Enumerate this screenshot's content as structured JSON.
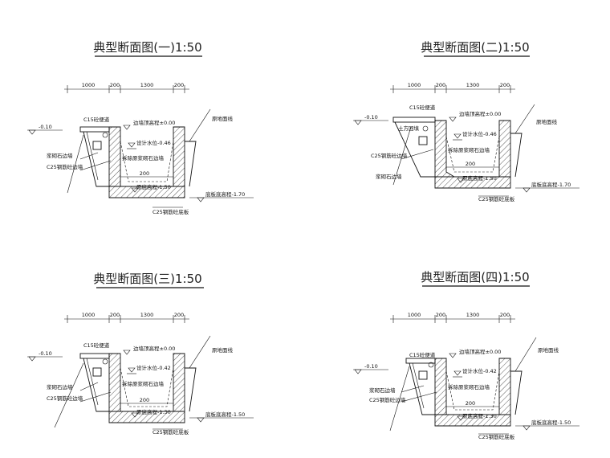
{
  "sections": [
    {
      "title": "典型断面图(一)1:50",
      "dims": [
        "1000",
        "200",
        "1300",
        "200"
      ],
      "labels": {
        "walkway": "C15砼便道",
        "ground_left": "-0.10",
        "wall_top": "边墙顶高程±0.00",
        "design_water": "设计水位-0.46",
        "original_ground": "原地面线",
        "rubble_wall": "浆砌石边墙",
        "concrete_wall": "C25钢筋砼边墙",
        "demolish": "拆除原浆砌石边墙",
        "inner_dim": "200",
        "bottom_level": "原底高程-1.50",
        "slab_bottom": "底板底高程-1.70",
        "slab": "C25钢筋砼底板"
      }
    },
    {
      "title": "典型断面图(二)1:50",
      "dims": [
        "1000",
        "200",
        "1300",
        "200"
      ],
      "labels": {
        "walkway": "C15砼便道",
        "ground_left": "-0.10",
        "backfill": "土方回填",
        "wall_top": "边墙顶高程±0.00",
        "design_water": "设计水位-0.46",
        "original_ground": "原地面线",
        "concrete_wall": "C25钢筋砼边墙",
        "demolish": "拆除原浆砌石边墙",
        "rubble_wall": "浆砌石边墙",
        "inner_dim": "200",
        "bottom_level": "原底高程-1.50",
        "slab_bottom": "底板底高程-1.70",
        "slab": "C25钢筋砼底板"
      }
    },
    {
      "title": "典型断面图(三)1:50",
      "dims": [
        "1000",
        "200",
        "1300",
        "200"
      ],
      "labels": {
        "walkway": "C15砼便道",
        "ground_left": "-0.10",
        "wall_top": "边墙顶高程±0.00",
        "design_water": "设计水位-0.42",
        "original_ground": "原地面线",
        "rubble_wall": "浆砌石边墙",
        "concrete_wall": "C25钢筋砼边墙",
        "demolish": "拆除原浆砌石边墙",
        "inner_dim": "200",
        "bottom_level": "原底高程-1.30",
        "slab_bottom": "底板底高程-1.50",
        "slab": "C25钢筋砼底板"
      }
    },
    {
      "title": "典型断面图(四)1:50",
      "dims": [
        "1000",
        "200",
        "1300",
        "200"
      ],
      "labels": {
        "walkway": "C15砼便道",
        "ground_left": "-0.10",
        "wall_top": "边墙顶高程±0.00",
        "design_water": "设计水位-0.42",
        "original_ground": "原地面线",
        "rubble_wall": "浆砌石边墙",
        "concrete_wall": "C25钢筋砼边墙",
        "demolish": "拆除原浆砌石边墙",
        "inner_dim": "200",
        "bottom_level": "原底高程-1.30",
        "slab_bottom": "底板底高程-1.50",
        "slab": "C25钢筋砼底板"
      }
    }
  ]
}
